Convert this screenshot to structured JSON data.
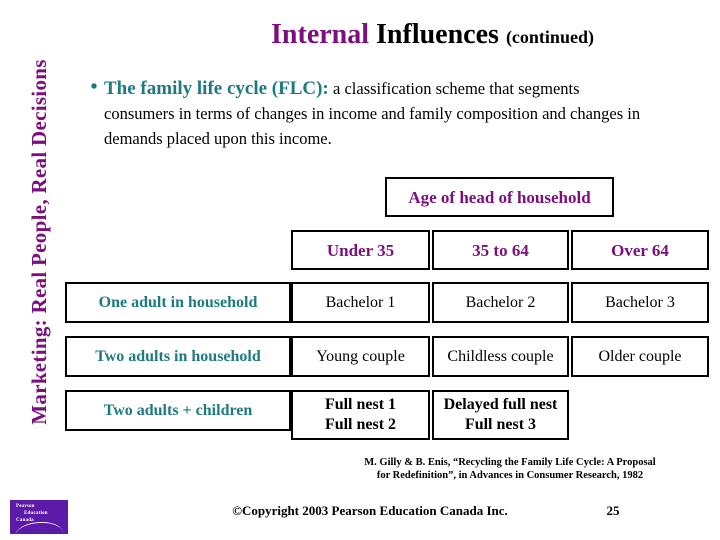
{
  "sidebar": {
    "banner_text": "Marketing: Real People, Real Decisions",
    "color": "#7B0F7B"
  },
  "title": {
    "accent_word": "Internal",
    "main_word": "Influences",
    "suffix": "(continued)",
    "accent_color": "#7B0F7B",
    "main_color": "#000000"
  },
  "bullet": {
    "marker": "•",
    "lead": "The family life cycle (FLC):",
    "lead_color": "#1E7A7E",
    "tail": "a classification scheme that segments consumers in terms of changes in income and family composition and changes in demands placed upon this income."
  },
  "table": {
    "super_header": "Age of head of household",
    "header_color": "#7B0F7B",
    "rowlabel_color": "#1E7A7E",
    "column_headers": [
      "Under 35",
      "35 to 64",
      "Over 64"
    ],
    "rows": [
      {
        "label": "One adult in household",
        "cells": [
          "Bachelor 1",
          "Bachelor 2",
          "Bachelor 3"
        ]
      },
      {
        "label": "Two adults in household",
        "cells": [
          "Young couple",
          "Childless couple",
          "Older couple"
        ]
      },
      {
        "label": "Two adults + children",
        "cells_multiline": [
          [
            "Full nest 1",
            "Full nest 2"
          ],
          [
            "Delayed full nest",
            "Full nest 3"
          ],
          []
        ]
      }
    ]
  },
  "citation": {
    "line1": "M. Gilly & B. Enis, “Recycling the Family Life Cycle: A Proposal",
    "line2": "for Redefinition”, in Advances in Consumer Research, 1982"
  },
  "footer": {
    "logo": {
      "line1": "Pearson",
      "line2": "Education",
      "line3": "Canada",
      "background": "#5B1BA8"
    },
    "copyright": "©Copyright 2003 Pearson Education Canada Inc.",
    "page_number": "25"
  }
}
